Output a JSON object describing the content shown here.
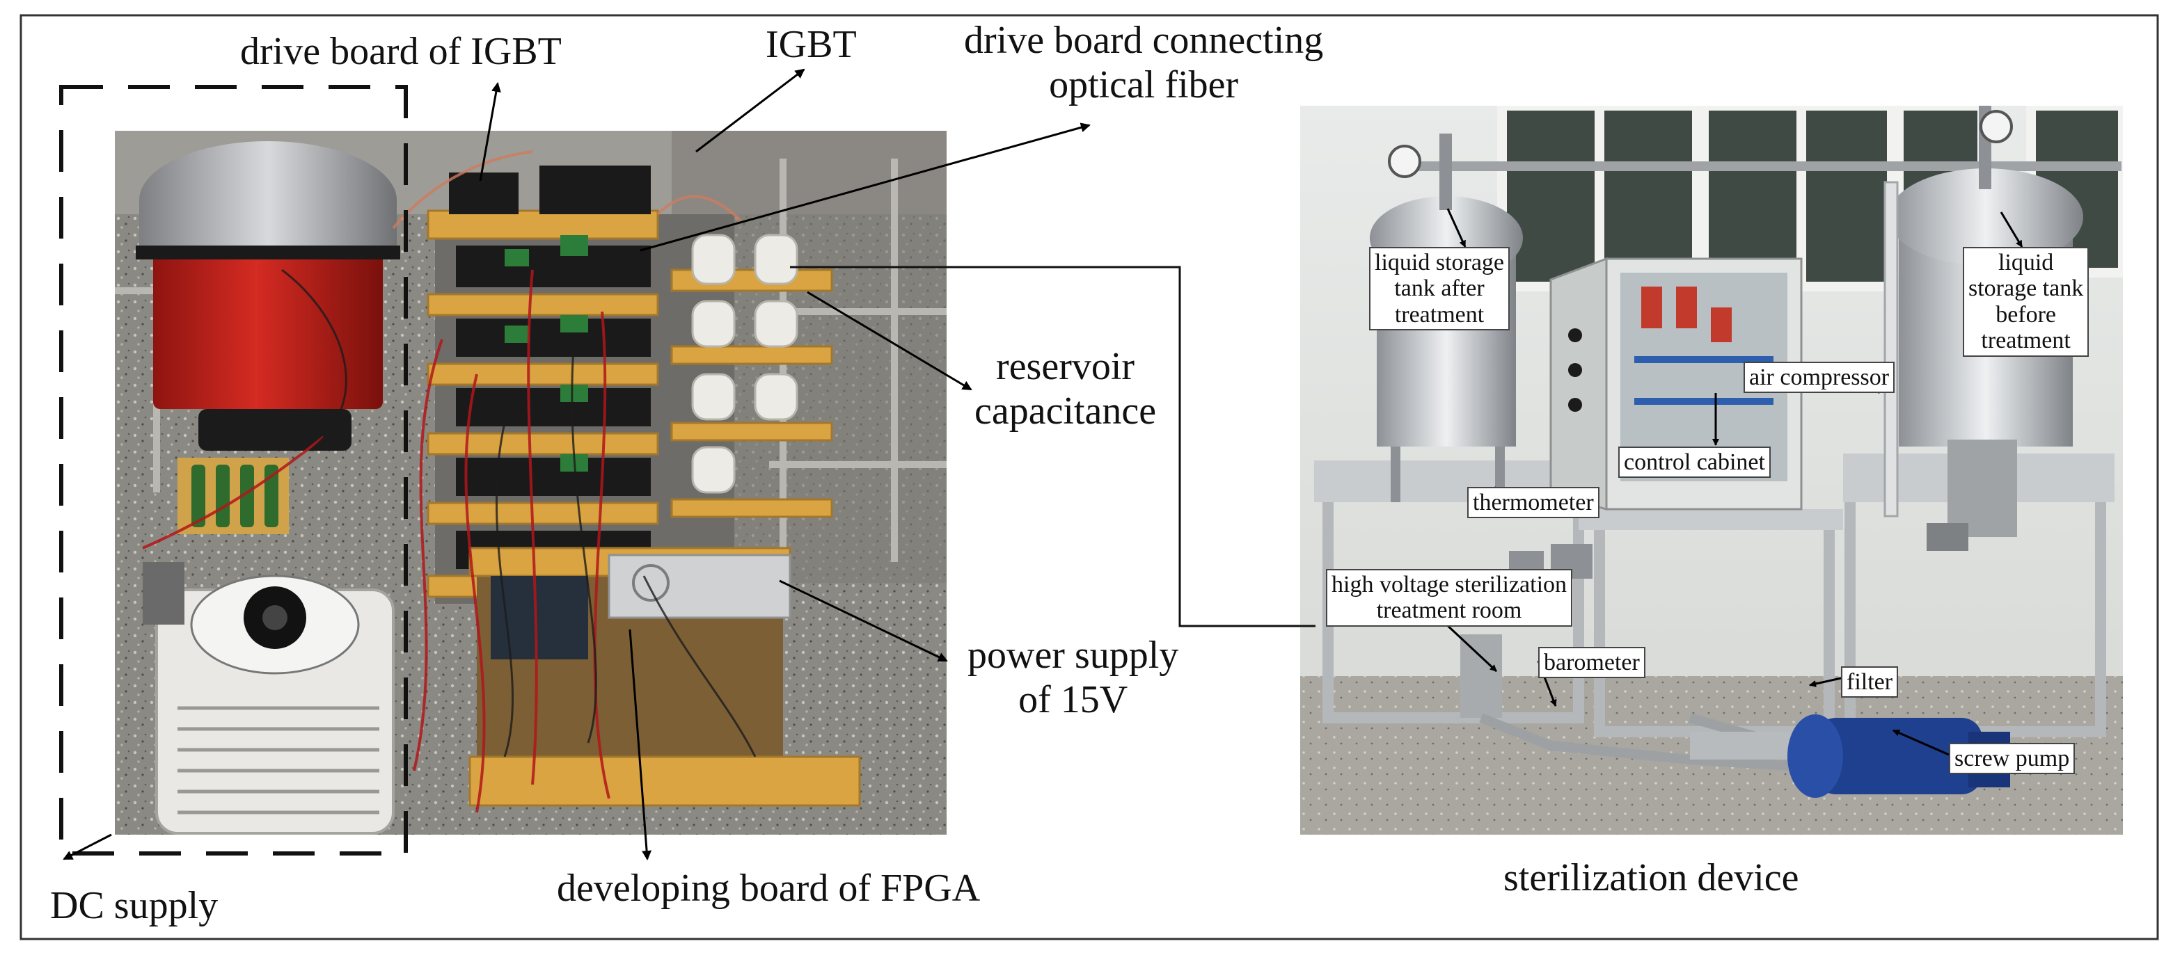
{
  "labels": {
    "drive_board_igbt": "drive board of IGBT",
    "igbt": "IGBT",
    "drive_board_fiber_line1": "drive board connecting",
    "drive_board_fiber_line2": "optical fiber",
    "reservoir_line1": "reservoir",
    "reservoir_line2": "capacitance",
    "power_supply_line1": "power supply",
    "power_supply_line2": "of 15V",
    "fpga": "developing board of FPGA",
    "dc_supply": "DC supply",
    "sterilization_device": "sterilization device"
  },
  "device_labels": {
    "tank_after_line1": "liquid storage",
    "tank_after_line2": "tank after",
    "tank_after_line3": "treatment",
    "tank_before_line1": "liquid",
    "tank_before_line2": "storage tank",
    "tank_before_line3": "before",
    "tank_before_line4": "treatment",
    "air_compressor": "air compressor",
    "control_cabinet": "control cabinet",
    "thermometer": "thermometer",
    "hv_room_line1": "high voltage sterilization",
    "hv_room_line2": "treatment room",
    "barometer": "barometer",
    "filter": "filter",
    "screw_pump": "screw pump"
  },
  "colors": {
    "frame": "#333333",
    "arrow": "#000000",
    "capacitor_red": "#c8201e",
    "board_orange": "#d9a441",
    "pump_blue": "#1f3f8f"
  }
}
